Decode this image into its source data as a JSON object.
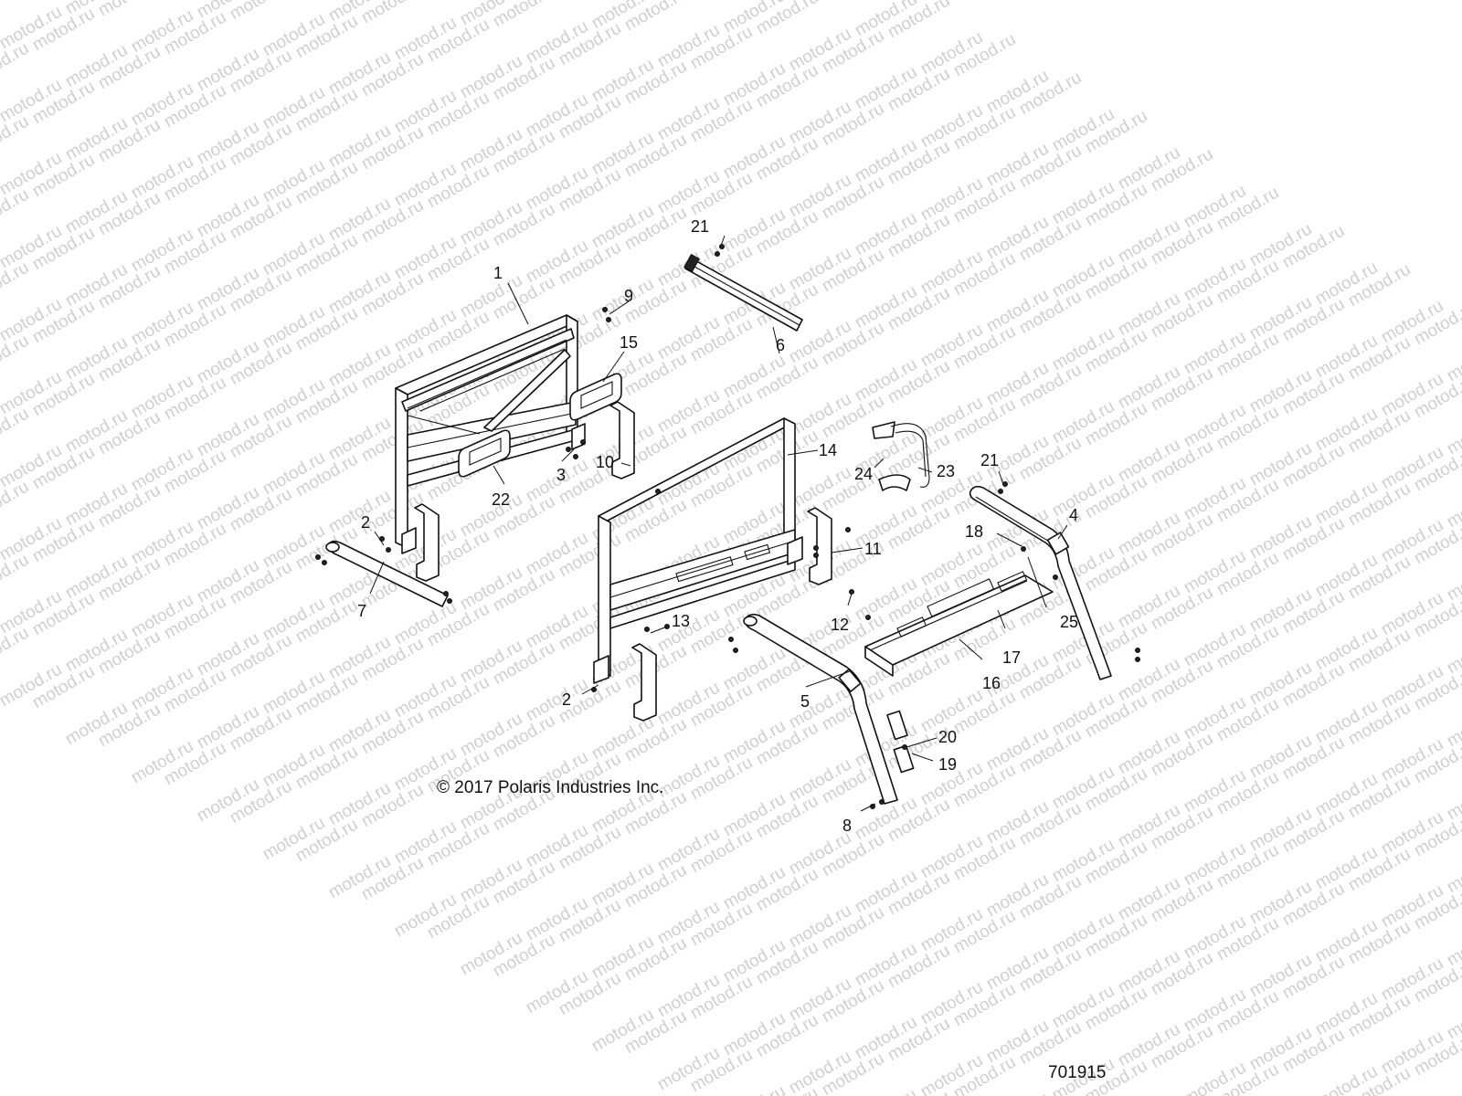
{
  "watermark_text": "motod.ru",
  "copyright": "© 2017 Polaris Industries Inc.",
  "drawing_number": "701915",
  "callouts": [
    {
      "id": "c1",
      "label": "1"
    },
    {
      "id": "c2a",
      "label": "2"
    },
    {
      "id": "c2b",
      "label": "2"
    },
    {
      "id": "c3",
      "label": "3"
    },
    {
      "id": "c4",
      "label": "4"
    },
    {
      "id": "c5",
      "label": "5"
    },
    {
      "id": "c6",
      "label": "6"
    },
    {
      "id": "c7",
      "label": "7"
    },
    {
      "id": "c8",
      "label": "8"
    },
    {
      "id": "c9",
      "label": "9"
    },
    {
      "id": "c10",
      "label": "10"
    },
    {
      "id": "c11",
      "label": "11"
    },
    {
      "id": "c12",
      "label": "12"
    },
    {
      "id": "c13",
      "label": "13"
    },
    {
      "id": "c14",
      "label": "14"
    },
    {
      "id": "c15",
      "label": "15"
    },
    {
      "id": "c16",
      "label": "16"
    },
    {
      "id": "c17",
      "label": "17"
    },
    {
      "id": "c18",
      "label": "18"
    },
    {
      "id": "c19",
      "label": "19"
    },
    {
      "id": "c20",
      "label": "20"
    },
    {
      "id": "c21a",
      "label": "21"
    },
    {
      "id": "c21b",
      "label": "21"
    },
    {
      "id": "c22",
      "label": "22"
    },
    {
      "id": "c23",
      "label": "23"
    },
    {
      "id": "c24",
      "label": "24"
    },
    {
      "id": "c25",
      "label": "25"
    }
  ]
}
